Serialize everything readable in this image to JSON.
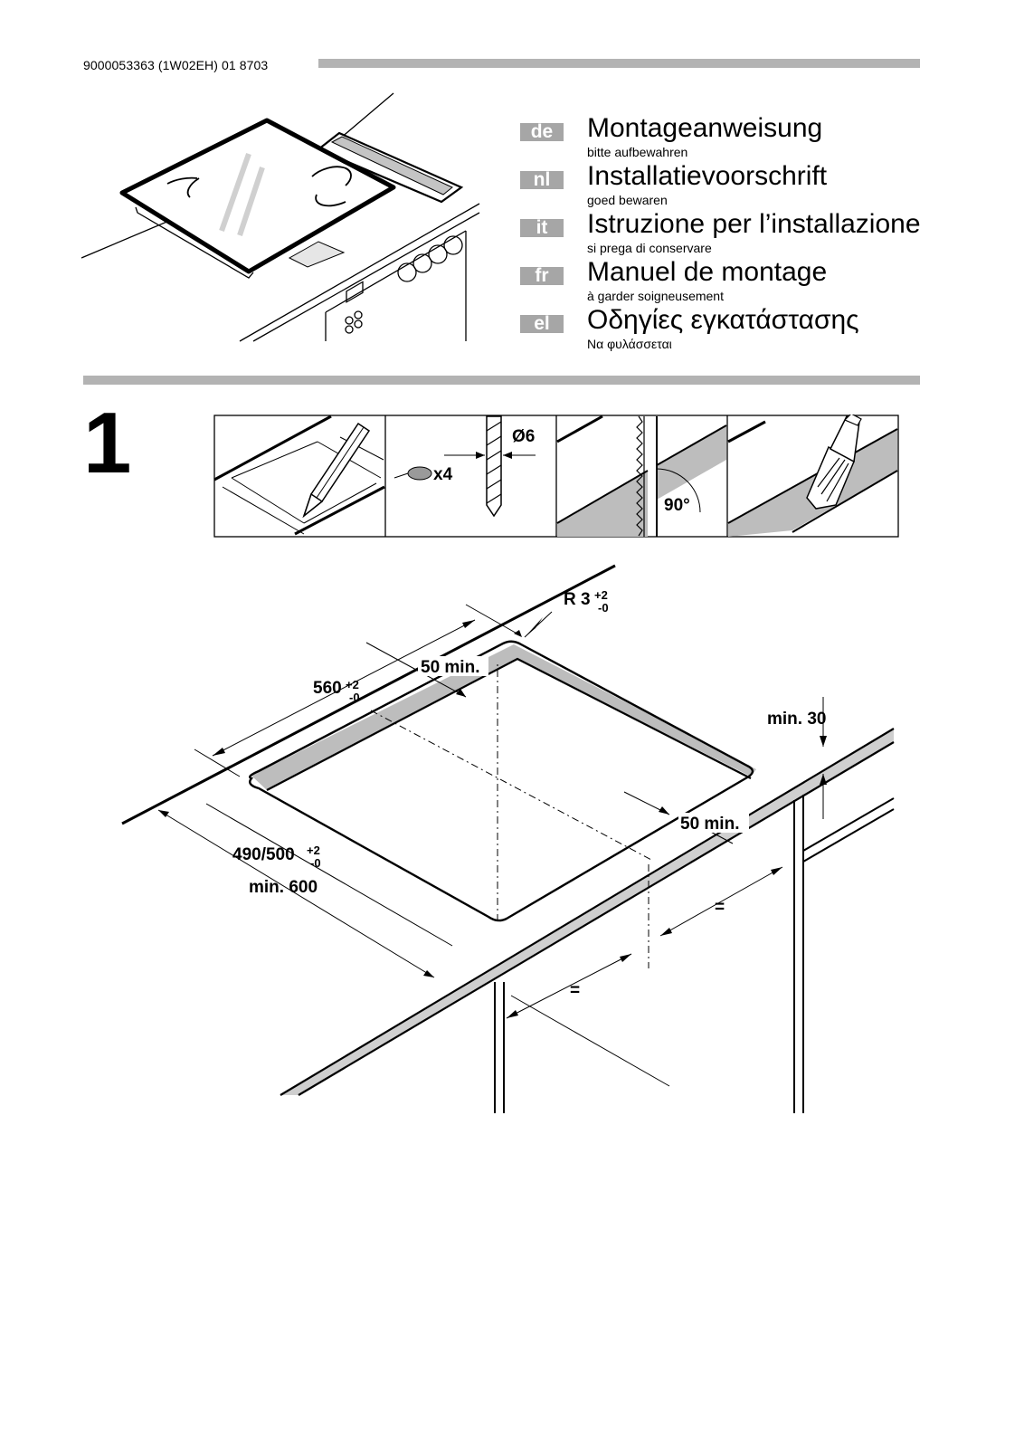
{
  "document_number": "9000053363 (1W02EH) 01 8703",
  "languages": [
    {
      "code": "de",
      "title": "Montageanweisung",
      "subtitle": "bitte aufbewahren"
    },
    {
      "code": "nl",
      "title": "Installatievoorschrift",
      "subtitle": "goed bewaren"
    },
    {
      "code": "it",
      "title": "Istruzione per l’installazione",
      "subtitle": "si prega di conservare"
    },
    {
      "code": "fr",
      "title": "Manuel de montage",
      "subtitle": "à garder soigneusement"
    },
    {
      "code": "el",
      "title": "Οδηγίες  εγκατάστασης",
      "subtitle": "Να  φυλάσσεται"
    }
  ],
  "step": {
    "number": "1"
  },
  "tool_panels": {
    "drill_diameter": "Ø6",
    "hole_count": "x4",
    "angle": "90°"
  },
  "dimensions": {
    "radius_label": "R 3",
    "radius_tol_plus": "+2",
    "radius_tol_minus": "-0",
    "width_label": "560",
    "width_tol_plus": "+2",
    "width_tol_minus": "-0",
    "back_margin": "50 min.",
    "front_margin": "50 min.",
    "depth_label": "490/500",
    "depth_tol_plus": "+2",
    "depth_tol_minus": "-0",
    "min_depth": "min. 600",
    "min_thickness": "min. 30",
    "equal_left": "=",
    "equal_right": "="
  },
  "colors": {
    "bar_gray": "#b3b3b3",
    "badge_gray": "#a6a6a6",
    "shade_gray": "#bdbdbd"
  }
}
